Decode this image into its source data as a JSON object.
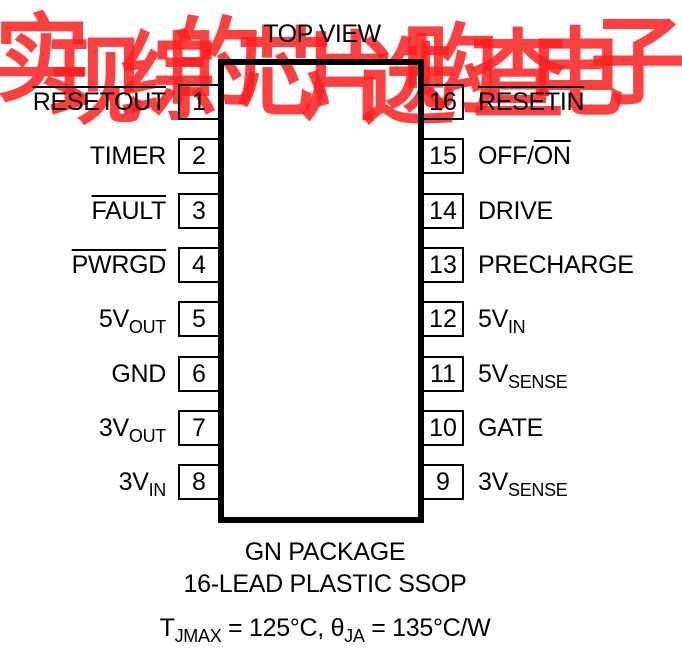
{
  "title": "TOP VIEW",
  "watermark": {
    "text": [
      "实",
      "现",
      "综",
      "的",
      "芯",
      "片",
      "选",
      "购",
      "查",
      "电",
      "子"
    ],
    "color": "#ff1f1f"
  },
  "pins_left": [
    {
      "num": "1",
      "label": "RESETOUT",
      "overbar": "RESETOUT",
      "pre": "",
      "post": "",
      "sub": ""
    },
    {
      "num": "2",
      "label": "TIMER",
      "overbar": "",
      "pre": "TIMER",
      "post": "",
      "sub": ""
    },
    {
      "num": "3",
      "label": "FAULT",
      "overbar": "FAULT",
      "pre": "",
      "post": "",
      "sub": ""
    },
    {
      "num": "4",
      "label": "PWRGD",
      "overbar": "PWRGD",
      "pre": "",
      "post": "",
      "sub": ""
    },
    {
      "num": "5",
      "label": "5VOUT",
      "overbar": "",
      "pre": "5V",
      "post": "",
      "sub": "OUT"
    },
    {
      "num": "6",
      "label": "GND",
      "overbar": "",
      "pre": "GND",
      "post": "",
      "sub": ""
    },
    {
      "num": "7",
      "label": "3VOUT",
      "overbar": "",
      "pre": "3V",
      "post": "",
      "sub": "OUT"
    },
    {
      "num": "8",
      "label": "3VIN",
      "overbar": "",
      "pre": "3V",
      "post": "",
      "sub": "IN"
    }
  ],
  "pins_right": [
    {
      "num": "16",
      "label": "RESETIN",
      "overbar": "RESETIN",
      "pre": "",
      "post": "",
      "sub": ""
    },
    {
      "num": "15",
      "label": "OFF/ON",
      "overbar": "ON",
      "pre": "OFF/",
      "post": "",
      "sub": ""
    },
    {
      "num": "14",
      "label": "DRIVE",
      "overbar": "",
      "pre": "DRIVE",
      "post": "",
      "sub": ""
    },
    {
      "num": "13",
      "label": "PRECHARGE",
      "overbar": "",
      "pre": "PRECHARGE",
      "post": "",
      "sub": ""
    },
    {
      "num": "12",
      "label": "5VIN",
      "overbar": "",
      "pre": "5V",
      "post": "",
      "sub": "IN"
    },
    {
      "num": "11",
      "label": "5VSENSE",
      "overbar": "",
      "pre": "5V",
      "post": "",
      "sub": "SENSE"
    },
    {
      "num": "10",
      "label": "GATE",
      "overbar": "",
      "pre": "GATE",
      "post": "",
      "sub": ""
    },
    {
      "num": "9",
      "label": "3VSENSE",
      "overbar": "",
      "pre": "3V",
      "post": "",
      "sub": "SENSE"
    }
  ],
  "package": {
    "line1": "GN PACKAGE",
    "line2": "16-LEAD PLASTIC SSOP",
    "tj_symbol": "T",
    "tj_sub": "JMAX",
    "tj_value": " = 125°C, ",
    "theta_symbol": "θ",
    "theta_sub": "JA",
    "theta_value": " = 135°C/W"
  }
}
